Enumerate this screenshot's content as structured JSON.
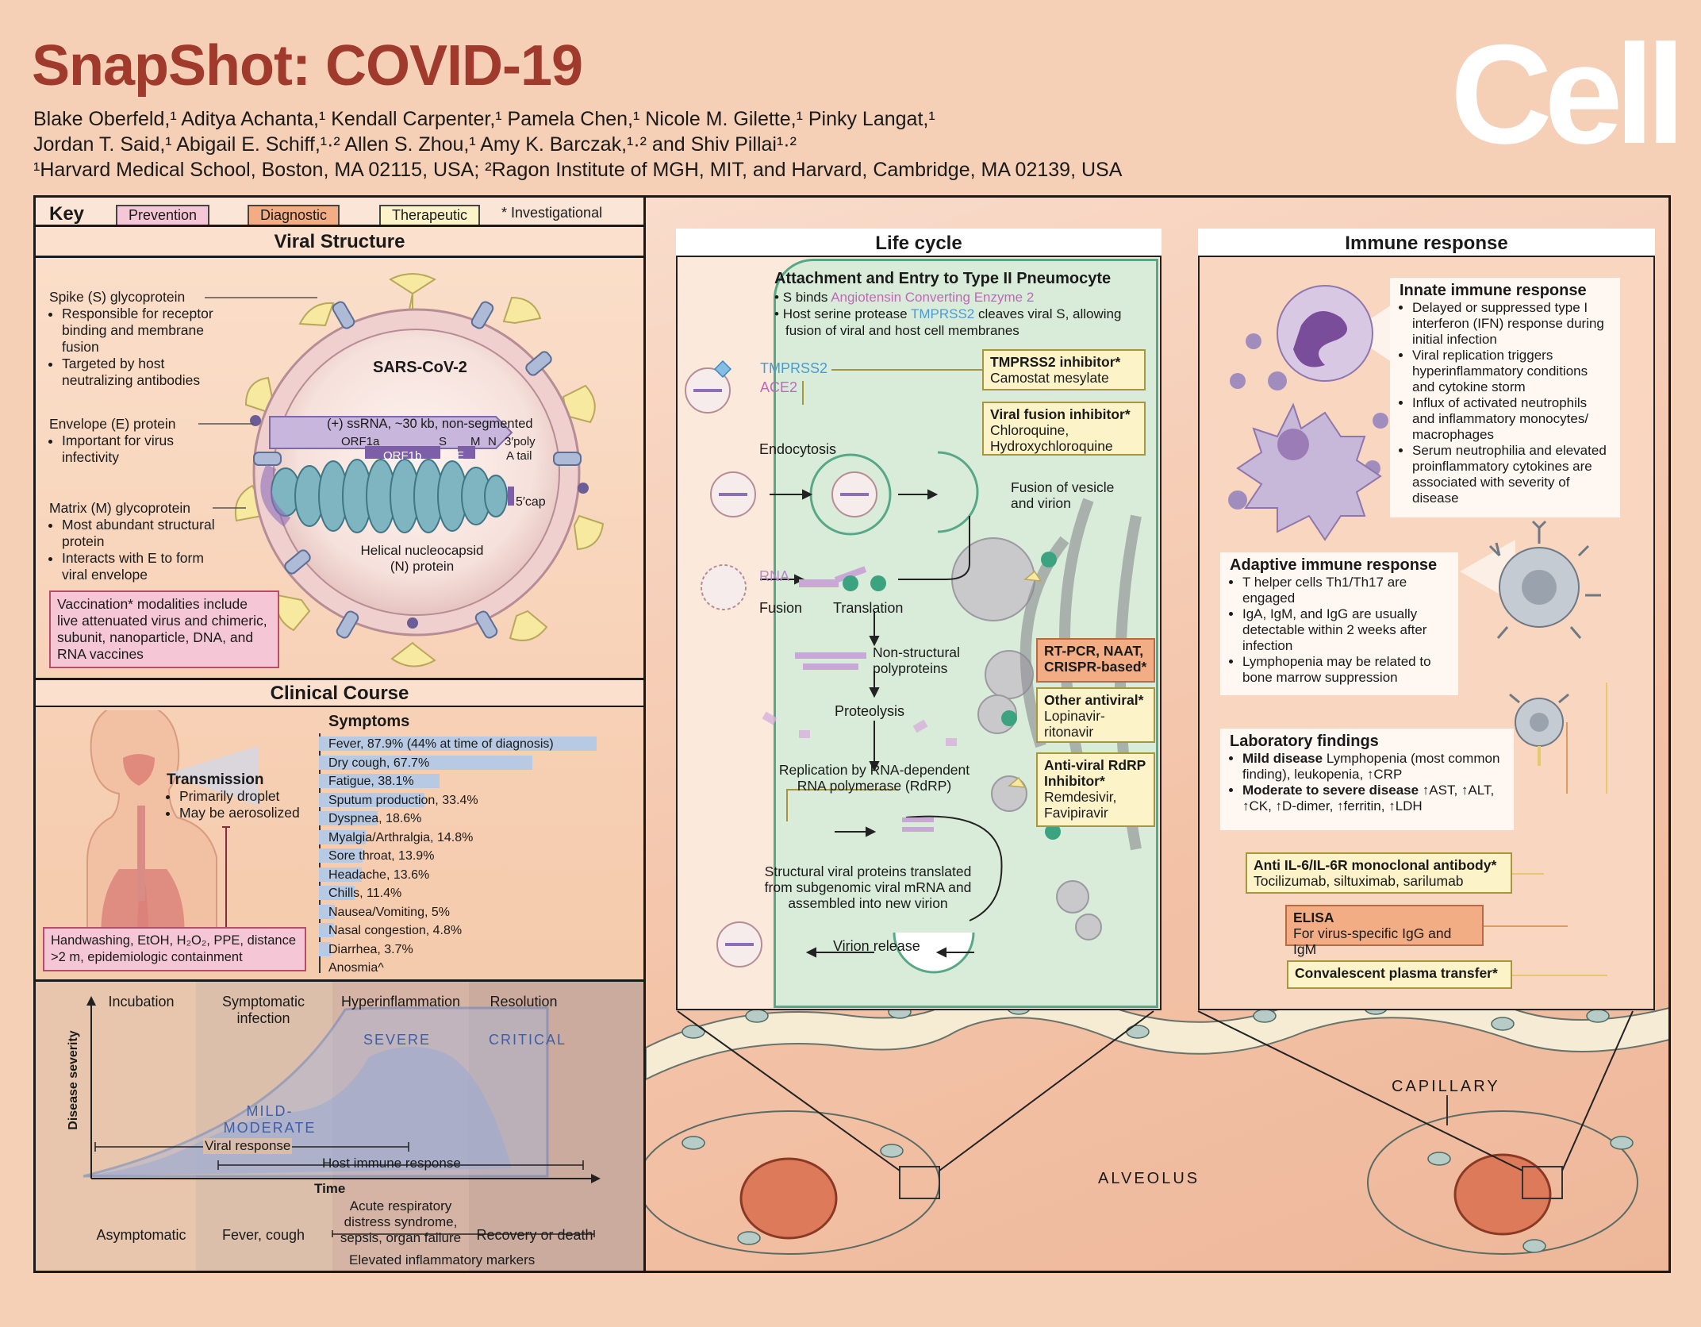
{
  "header": {
    "title": "SnapShot: COVID-19",
    "logo": "Cell",
    "authors_line1": "Blake Oberfeld,¹ Aditya Achanta,¹ Kendall Carpenter,¹ Pamela Chen,¹ Nicole M. Gilette,¹ Pinky Langat,¹",
    "authors_line2": "Jordan T. Said,¹ Abigail E. Schiff,¹·² Allen S. Zhou,¹ Amy K. Barczak,¹·² and Shiv Pillai¹·²",
    "affiliations": "¹Harvard Medical School, Boston, MA 02115, USA; ²Ragon Institute of MGH, MIT, and Harvard, Cambridge, MA 02139, USA"
  },
  "key": {
    "label": "Key",
    "prevention": "Prevention",
    "diagnostic": "Diagnostic",
    "therapeutic": "Therapeutic",
    "investigational": "* Investigational"
  },
  "colors": {
    "prevention": "#f5c6d6",
    "diagnostic": "#f3ad84",
    "therapeutic": "#fdf3c9",
    "title": "#a03a2c"
  },
  "viral_structure": {
    "title": "Viral Structure",
    "virus_name": "SARS-CoV-2",
    "spike_title": "Spike (S) glycoprotein",
    "spike_b1": "Responsible for receptor binding and membrane fusion",
    "spike_b2": "Targeted by host neutralizing antibodies",
    "envelope_title": "Envelope (E) protein",
    "envelope_b1": "Important for virus infectivity",
    "matrix_title": "Matrix (M) glycoprotein",
    "matrix_b1": "Most abundant structural protein",
    "matrix_b2": "Interacts with E to form viral envelope",
    "genome": "(+) ssRNA, ~30 kb, non-segmented",
    "orf1a": "ORF1a",
    "orf1b": "ORF1b",
    "gene_s": "S",
    "gene_e": "E",
    "gene_m": "M",
    "gene_n": "N",
    "three_poly": "3′poly",
    "a_tail": "A tail",
    "five_cap": "5′cap",
    "nucleocapsid": "Helical nucleocapsid",
    "n_protein": "(N) protein",
    "vaccination": "Vaccination* modalities include live attenuated virus and chimeric, subunit, nanoparticle, DNA, and RNA vaccines"
  },
  "clinical": {
    "title": "Clinical Course",
    "symptoms_title": "Symptoms",
    "transmission_title": "Transmission",
    "transmission_b1": "Primarily droplet",
    "transmission_b2": "May be aerosolized",
    "prevention_box": "Handwashing, EtOH, H₂O₂, PPE, distance >2 m, epidemiologic containment",
    "symptoms": [
      {
        "label": "Fever, 87.9% (44% at time of diagnosis)",
        "value": 87.9
      },
      {
        "label": "Dry cough, 67.7%",
        "value": 67.7
      },
      {
        "label": "Fatigue, 38.1%",
        "value": 38.1
      },
      {
        "label": "Sputum production, 33.4%",
        "value": 33.4
      },
      {
        "label": "Dyspnea, 18.6%",
        "value": 18.6
      },
      {
        "label": "Myalgia/Arthralgia, 14.8%",
        "value": 14.8
      },
      {
        "label": "Sore throat, 13.9%",
        "value": 13.9
      },
      {
        "label": "Headache, 13.6%",
        "value": 13.6
      },
      {
        "label": "Chills, 11.4%",
        "value": 11.4
      },
      {
        "label": "Nausea/Vomiting, 5%",
        "value": 5
      },
      {
        "label": "Nasal congestion, 4.8%",
        "value": 4.8
      },
      {
        "label": "Diarrhea, 3.7%",
        "value": 3.7
      },
      {
        "label": "Anosmia^",
        "value": 0
      }
    ]
  },
  "timeline": {
    "stage1": "Incubation",
    "stage2": "Symptomatic infection",
    "stage3": "Hyperinflammation",
    "stage4": "Resolution",
    "severe": "SEVERE",
    "critical": "CRITICAL",
    "mild": "MILD-",
    "moderate": "MODERATE",
    "ylabel": "Disease severity",
    "xlabel": "Time",
    "viral_response": "Viral response",
    "host_response": "Host immune response",
    "outcome1": "Asymptomatic",
    "outcome2": "Fever, cough",
    "outcome3": "Acute respiratory distress syndrome, sepsis, organ failure",
    "outcome4": "Recovery or death",
    "elevated": "Elevated inflammatory markers"
  },
  "life_cycle": {
    "title": "Life cycle",
    "attach_title": "Attachment and Entry to Type II Pneumocyte",
    "attach_b1_a": "S binds ",
    "attach_b1_b": "Angiotensin Converting Enzyme 2",
    "attach_b2_a": "Host serine protease ",
    "attach_b2_b": "TMPRSS2",
    "attach_b2_c": " cleaves viral S, allowing fusion of viral and host cell membranes",
    "tmprss2": "TMPRSS2",
    "ace2": "ACE2",
    "tmprss2_inhib_title": "TMPRSS2 inhibitor*",
    "tmprss2_inhib_drug": "Camostat mesylate",
    "fusion_inhib_title": "Viral fusion inhibitor*",
    "fusion_inhib_drug": "Chloroquine, Hydroxychloroquine",
    "endocytosis": "Endocytosis",
    "fusion_vesicle": "Fusion of vesicle and virion",
    "rna": "RNA",
    "fusion": "Fusion",
    "translation": "Translation",
    "nsp": "Non-structural polyproteins",
    "proteolysis": "Proteolysis",
    "replication": "Replication by RNA-dependent RNA polymerase (RdRP)",
    "diag_box": "RT-PCR, NAAT, CRISPR-based*",
    "antiviral_title": "Other antiviral*",
    "antiviral_drug": "Lopinavir-ritonavir",
    "rdrp_title": "Anti-viral RdRP Inhibitor*",
    "rdrp_drug": "Remdesivir, Favipiravir",
    "structural": "Structural viral proteins translated from subgenomic viral mRNA and assembled into new virion",
    "release": "Virion release"
  },
  "immune": {
    "title": "Immune response",
    "innate_title": "Innate immune response",
    "innate_b1": "Delayed or suppressed type I interferon (IFN) response during initial infection",
    "innate_b2": "Viral replication triggers hyperinflammatory conditions and cytokine storm",
    "innate_b3": "Influx of activated neutrophils and inflammatory monocytes/ macrophages",
    "innate_b4": "Serum neutrophilia and elevated proinflammatory cytokines are associated with severity of disease",
    "adaptive_title": "Adaptive immune response",
    "adaptive_b1": "T helper cells Th1/Th17 are engaged",
    "adaptive_b2": "IgA, IgM, and IgG are usually detectable within 2 weeks after infection",
    "adaptive_b3": "Lymphopenia may be related to bone marrow suppression",
    "lab_title": "Laboratory findings",
    "lab_b1_a": "Mild disease",
    "lab_b1_b": " Lymphopenia (most common finding), leukopenia, ↑CRP",
    "lab_b2_a": "Moderate to severe disease",
    "lab_b2_b": " ↑AST, ↑ALT, ↑CK, ↑D-dimer, ↑ferritin, ↑LDH",
    "il6_title": "Anti IL-6/IL-6R monoclonal antibody*",
    "il6_drugs": "Tocilizumab, siltuximab, sarilumab",
    "elisa_title": "ELISA",
    "elisa_desc": "For virus-specific IgG and IgM",
    "plasma": "Convalescent plasma transfer*"
  },
  "alveolus": {
    "capillary": "CAPILLARY",
    "alveolus": "ALVEOLUS"
  }
}
